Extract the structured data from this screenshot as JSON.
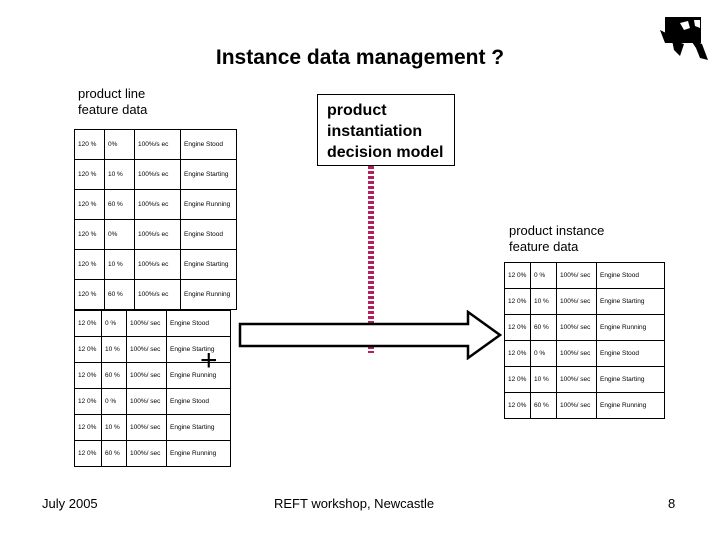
{
  "title": "Instance data management ?",
  "product_line_label": "product line\nfeature data",
  "decision_model_label": "product\ninstantiation\ndecision model",
  "instance_label": "product instance\nfeature data",
  "plus_sign": "+",
  "table_a": {
    "rows": [
      [
        "120 %",
        "0%",
        "100%/s ec",
        "Engine Stood"
      ],
      [
        "120 %",
        "10 %",
        "100%/s ec",
        "Engine Starting"
      ],
      [
        "120 %",
        "60 %",
        "100%/s ec",
        "Engine Running"
      ],
      [
        "120 %",
        "0%",
        "100%/s ec",
        "Engine Stood"
      ],
      [
        "120 %",
        "10 %",
        "100%/s ec",
        "Engine Starting"
      ],
      [
        "120 %",
        "60 %",
        "100%/s ec",
        "Engine Running"
      ]
    ]
  },
  "table_b": {
    "rows": [
      [
        "12 0%",
        "0 %",
        "100%/ sec",
        "Engine Stood"
      ],
      [
        "12 0%",
        "10 %",
        "100%/ sec",
        "Engine Starting"
      ],
      [
        "12 0%",
        "60 %",
        "100%/ sec",
        "Engine Running"
      ],
      [
        "12 0%",
        "0 %",
        "100%/ sec",
        "Engine Stood"
      ],
      [
        "12 0%",
        "10 %",
        "100%/ sec",
        "Engine Starting"
      ],
      [
        "12 0%",
        "60 %",
        "100%/ sec",
        "Engine Running"
      ]
    ]
  },
  "table_c": {
    "rows": [
      [
        "12 0%",
        "0 %",
        "100%/ sec",
        "Engine Stood"
      ],
      [
        "12 0%",
        "10 %",
        "100%/ sec",
        "Engine Starting"
      ],
      [
        "12 0%",
        "60 %",
        "100%/ sec",
        "Engine Running"
      ],
      [
        "12 0%",
        "0 %",
        "100%/ sec",
        "Engine Stood"
      ],
      [
        "12 0%",
        "10 %",
        "100%/ sec",
        "Engine Starting"
      ],
      [
        "12 0%",
        "60 %",
        "100%/ sec",
        "Engine Running"
      ]
    ]
  },
  "footer": {
    "date": "July 2005",
    "event": "REFT workshop, Newcastle",
    "page": "8"
  },
  "colors": {
    "dotted_line": "#b0225e",
    "text": "#000000",
    "logo": "#000000"
  },
  "icons": {
    "logo": "bird-logo-icon",
    "arrow": "right-arrow-icon"
  }
}
